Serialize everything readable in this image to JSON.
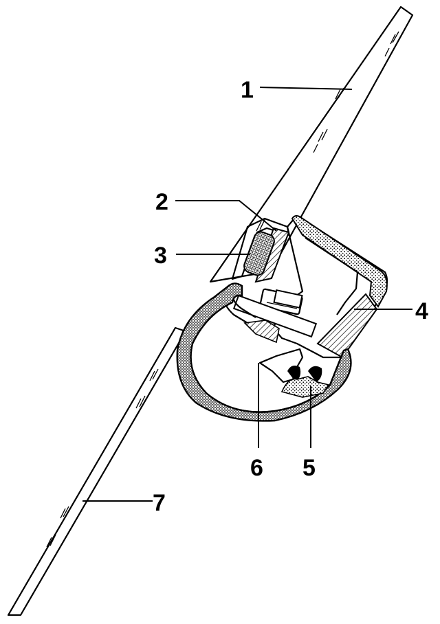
{
  "diagram": {
    "callouts": [
      {
        "id": "1",
        "label": "1"
      },
      {
        "id": "2",
        "label": "2"
      },
      {
        "id": "3",
        "label": "3"
      },
      {
        "id": "4",
        "label": "4"
      },
      {
        "id": "5",
        "label": "5"
      },
      {
        "id": "6",
        "label": "6"
      },
      {
        "id": "7",
        "label": "7"
      }
    ],
    "colors": {
      "ink": "#000000",
      "paper": "#ffffff",
      "stipple": "#b8b8b8"
    }
  }
}
